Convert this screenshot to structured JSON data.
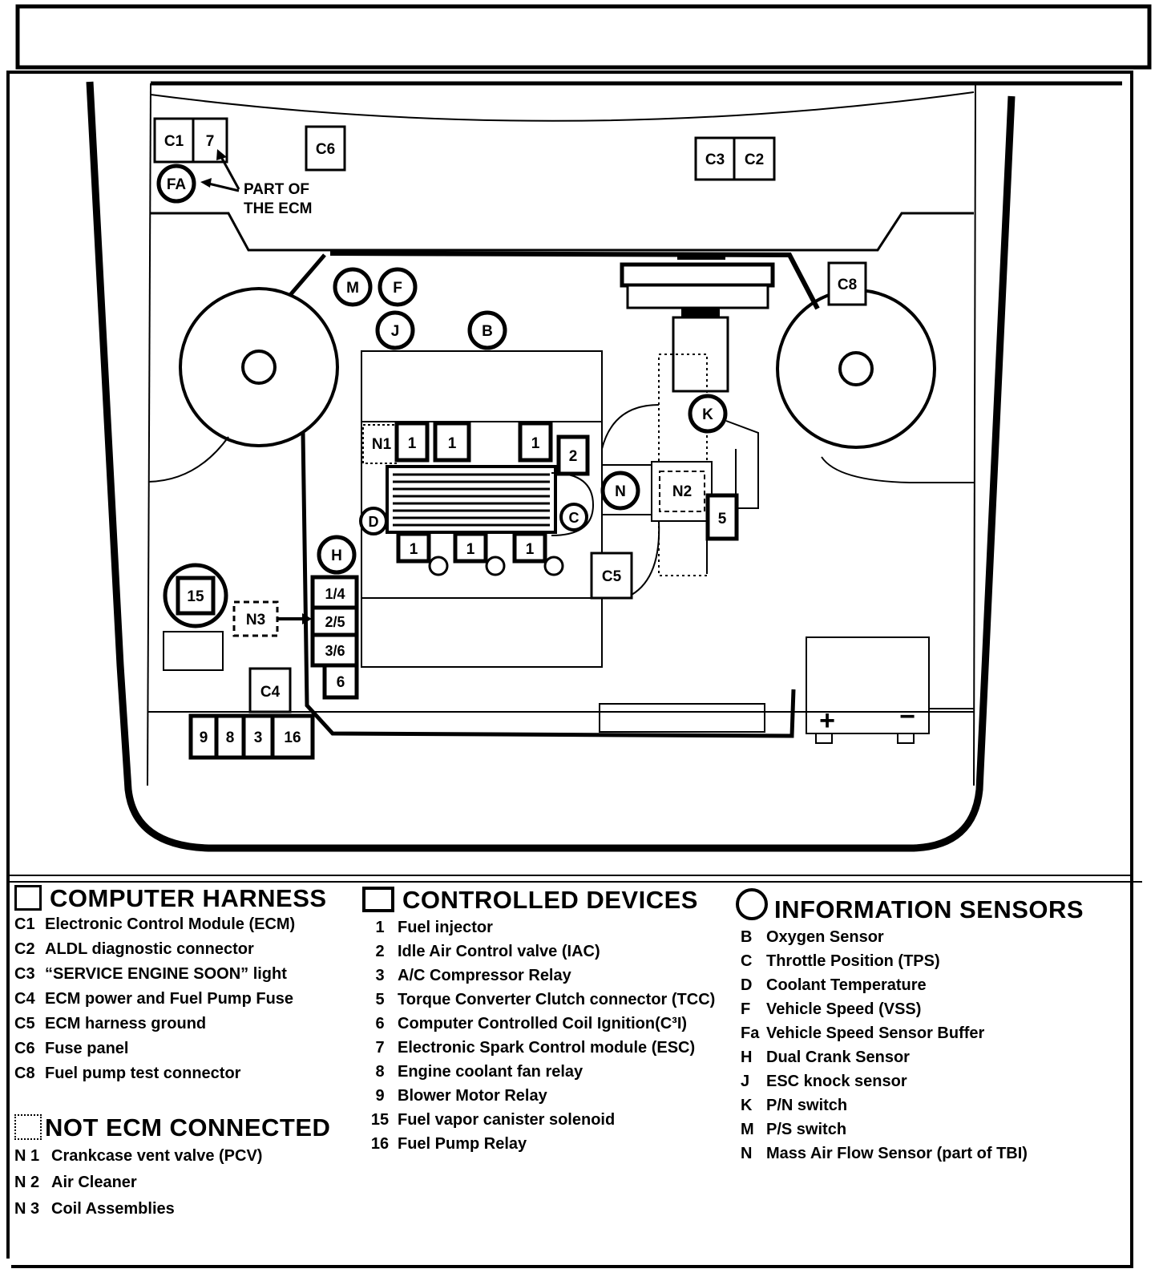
{
  "diagram": {
    "components": {
      "C1": "C1",
      "C2": "C2",
      "C3": "C3",
      "C4": "C4",
      "C5": "C5",
      "C6": "C6",
      "C8": "C8",
      "FA": "FA",
      "M": "M",
      "F": "F",
      "J": "J",
      "B": "B",
      "K": "K",
      "N": "N",
      "H": "H",
      "D": "D",
      "C": "C",
      "N1": "N1",
      "N2": "N2",
      "N3": "N3",
      "d1": "1",
      "d2": "2",
      "d3": "3",
      "d5": "5",
      "d6": "6",
      "d7": "7",
      "d8": "8",
      "d9": "9",
      "d15": "15",
      "d16": "16",
      "coil_14": "1/4",
      "coil_25": "2/5",
      "coil_36": "3/6",
      "plus": "+",
      "minus": "−"
    },
    "ecm_note_line1": "PART OF",
    "ecm_note_line2": "THE ECM"
  },
  "legend": {
    "computer_harness": {
      "title": "COMPUTER HARNESS",
      "items": [
        {
          "code": "C1",
          "text": "Electronic Control Module (ECM)"
        },
        {
          "code": "C2",
          "text": "ALDL diagnostic connector"
        },
        {
          "code": "C3",
          "text": "“SERVICE ENGINE SOON” light"
        },
        {
          "code": "C4",
          "text": "ECM power and Fuel Pump Fuse"
        },
        {
          "code": "C5",
          "text": "ECM harness ground"
        },
        {
          "code": "C6",
          "text": "Fuse panel"
        },
        {
          "code": "C8",
          "text": "Fuel pump test connector"
        }
      ]
    },
    "not_ecm_connected": {
      "title": "NOT ECM CONNECTED",
      "items": [
        {
          "code": "N 1",
          "text": "Crankcase vent valve (PCV)"
        },
        {
          "code": "N 2",
          "text": "Air Cleaner"
        },
        {
          "code": "N 3",
          "text": "Coil Assemblies"
        }
      ]
    },
    "controlled_devices": {
      "title": "CONTROLLED DEVICES",
      "items": [
        {
          "code": "1",
          "text": "Fuel injector"
        },
        {
          "code": "2",
          "text": "Idle Air Control valve  (IAC)"
        },
        {
          "code": "3",
          "text": "A/C Compressor Relay"
        },
        {
          "code": "5",
          "text": "Torque Converter Clutch connector (TCC)"
        },
        {
          "code": "6",
          "text": "Computer Controlled Coil  Ignition(C³I)"
        },
        {
          "code": "7",
          "text": "Electronic Spark Control module (ESC)"
        },
        {
          "code": "8",
          "text": "Engine coolant fan relay"
        },
        {
          "code": "9",
          "text": "Blower Motor Relay"
        },
        {
          "code": "15",
          "text": "Fuel vapor canister solenoid"
        },
        {
          "code": "16",
          "text": "Fuel Pump Relay"
        }
      ]
    },
    "information_sensors": {
      "title": "INFORMATION SENSORS",
      "items": [
        {
          "code": "B",
          "text": "Oxygen Sensor"
        },
        {
          "code": "C",
          "text": "Throttle Position (TPS)"
        },
        {
          "code": "D",
          "text": "Coolant Temperature"
        },
        {
          "code": "F",
          "text": "Vehicle Speed (VSS)"
        },
        {
          "code": "Fa",
          "text": "Vehicle Speed Sensor Buffer"
        },
        {
          "code": "H",
          "text": "Dual Crank Sensor"
        },
        {
          "code": "J",
          "text": "ESC knock sensor"
        },
        {
          "code": "K",
          "text": "P/N switch"
        },
        {
          "code": "M",
          "text": "P/S switch"
        },
        {
          "code": "N",
          "text": "Mass Air Flow Sensor (part of TBI)"
        }
      ]
    }
  }
}
